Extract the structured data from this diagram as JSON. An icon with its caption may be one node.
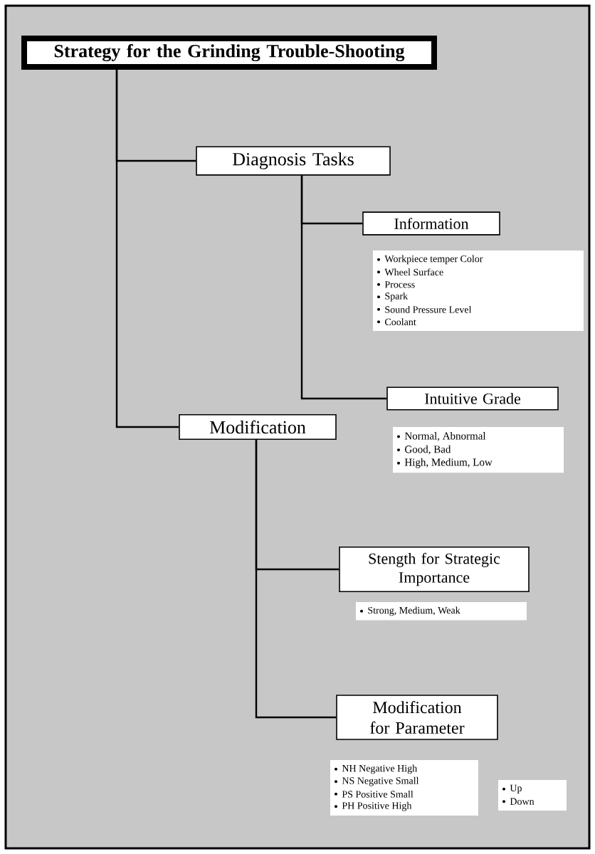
{
  "diagram": {
    "nodes": [
      {
        "text": [
          "Strategy for the Grinding Trouble-Shooting"
        ]
      },
      {
        "text": [
          "Diagnosis Tasks"
        ]
      },
      {
        "text": [
          "Information"
        ],
        "beside": [
          "Workpiece temper Color",
          "Wheel Surface",
          "Process",
          "Spark",
          "Sound Pressure Level",
          "Coolant"
        ]
      },
      {
        "text": [
          "Intuitive Grade"
        ],
        "beside": [
          "Normal, Abnormal",
          "Good, Bad",
          "High, Medium, Low"
        ]
      },
      {
        "text": [
          "Modification"
        ]
      },
      {
        "text": [
          "Stength for Strategic Importance"
        ],
        "beside": [
          "Strong, Medium, Weak"
        ]
      },
      {
        "text": [
          "Modification for Parameter"
        ],
        "beside": [
          "NH Negative High",
          "NS Negative Small",
          "PS Positive Small",
          "PH Positive High",
          "Up",
          "Down"
        ]
      }
    ],
    "edges": [
      {
        "from": 0,
        "to": 1,
        "arrow": "none"
      },
      {
        "from": 0,
        "to": 4,
        "arrow": "none"
      },
      {
        "from": 1,
        "to": 2,
        "arrow": "none"
      },
      {
        "from": 1,
        "to": 3,
        "arrow": "none"
      },
      {
        "from": 4,
        "to": 5,
        "arrow": "none"
      },
      {
        "from": 4,
        "to": 6,
        "arrow": "none"
      }
    ]
  }
}
